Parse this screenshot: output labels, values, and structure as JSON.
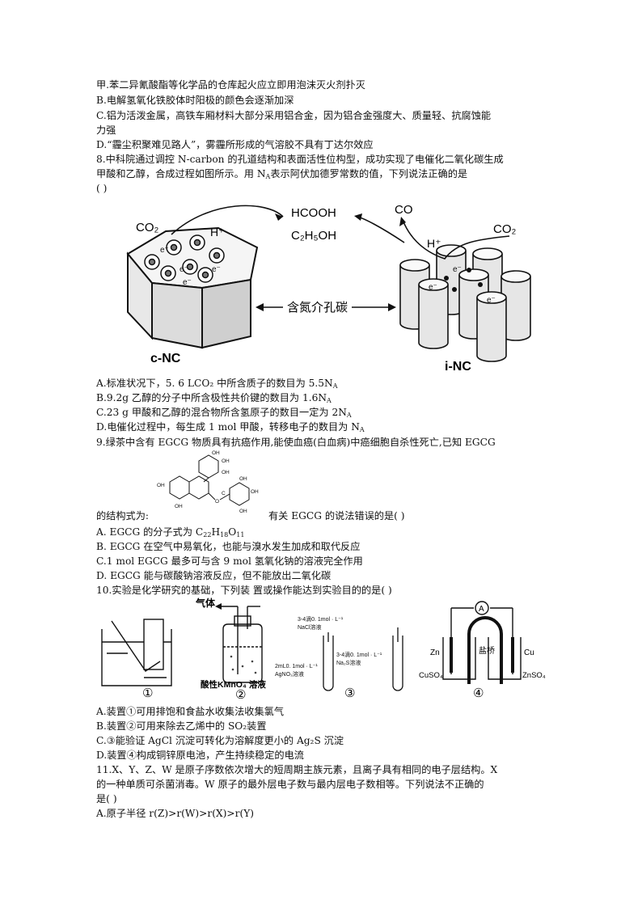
{
  "q7": {
    "a": "甲.苯二异氰酸酯等化学品的仓库起火应立即用泡沫灭火剂扑灭",
    "b": "B.电解氢氧化铁胶体时阳极的颜色会逐渐加深",
    "c1": "C.铝为活泼金属，高铁车厢材料大部分采用铝合金，因为铝合金强度大、质量轻、抗腐蚀能",
    "c2": "力强",
    "d": "D.“霾尘积聚难见路人”，雾霾所形成的气溶胶不具有丁达尔效应"
  },
  "q8": {
    "stem1": "8.中科院通过调控 N-carbon 的孔道结构和表面活性位构型，成功实现了电催化二氧化碳生成",
    "stem2_pre": "甲酸和乙醇，合成过程如图所示。用 N",
    "stem2_sub": "A",
    "stem2_post": "表示阿伏加德罗常数的值，下列说法正确的是",
    "stem3": "(      )",
    "figure": {
      "co2_left": "CO₂",
      "h_plus_left": "H⁺",
      "hcooh": "HCOOH",
      "c2h5oh": "C₂H₅OH",
      "co": "CO",
      "co2_right": "CO₂",
      "h_plus_right": "H⁺",
      "middle": "含氮介孔碳",
      "electron": "e⁻",
      "left_label": "c-NC",
      "right_label": "i-NC"
    },
    "a_pre": "A.标准状况下，5. 6 LCO₂ 中所含质子的数目为 5.5N",
    "b_pre": "B.9.2g 乙醇的分子中所含极性共价键的数目为 1.6N",
    "c_pre": "C.23 g 甲酸和乙醇的混合物所含氢原子的数目一定为 2N",
    "d_pre": "D.电催化过程中，每生成 1 mol 甲酸，转移电子的数目为 N",
    "sub_a": "A"
  },
  "q9": {
    "stem1": "9.绿茶中含有 EGCG 物质具有抗癌作用,能使血癌(白血病)中癌细胞自杀性死亡,已知 EGCG",
    "stem2_left": "的结构式为:",
    "stem2_right": "有关 EGCG 的说法错误的是(      )",
    "structure_labels": {
      "oh": "OH",
      "o": "O",
      "c": "C"
    },
    "a_pre": "A. EGCG 的分子式为 C",
    "a_f1": "22",
    "a_h": "H",
    "a_f2": "18",
    "a_o": "O",
    "a_f3": "11",
    "b": "B. EGCG 在空气中易氧化，也能与溴水发生加成和取代反应",
    "c": "C.1 mol EGCG 最多可与含 9 mol 氢氧化钠的溶液完全作用",
    "d": "D. EGCG 能与碳酸钠溶液反应，但不能放出二氧化碳"
  },
  "q10": {
    "stem": "10.实验是化学研究的基础，下列装  置或操作能达到实验目的的是(        )",
    "figure": {
      "gas": "气体",
      "kmno4": "酸性KMnO₄ 溶液",
      "nacl1": "3-4滴0. 1mol · L⁻¹",
      "nacl2": "NaCl溶液",
      "na2s1": "3-4滴0. 1mol · L⁻¹",
      "na2s2": "Na₂S溶液",
      "agno31": "2mL0. 1mol · L⁻¹",
      "agno32": "AgNO₃溶液",
      "ammeter": "A",
      "zn": "Zn",
      "cu": "Cu",
      "bridge": "盐桥",
      "cuso4": "CuSO₄",
      "znso4": "ZnSO₄",
      "n1": "①",
      "n2": "②",
      "n3": "③",
      "n4": "④"
    },
    "a": "A.装置①可用排饱和食盐水收集法收集氯气",
    "b": "B.装置②可用来除去乙烯中的 SO₂装置",
    "c": "C.③能验证 AgCl 沉淀可转化为溶解度更小的 Ag₂S 沉淀",
    "d": "D.装置④构成铜锌原电池，产生持续稳定的电流"
  },
  "q11": {
    "stem1": "11.X、Y、Z、W 是原子序数依次增大的短周期主族元素，且离子具有相同的电子层结构。X",
    "stem2": "的一种单质可杀菌消毒。W 原子的最外层电子数与最内层电子数相等。下列说法不正确的",
    "stem3": "是(      )",
    "a": "A.原子半径 r(Z)>r(W)>r(X)>r(Y)"
  }
}
